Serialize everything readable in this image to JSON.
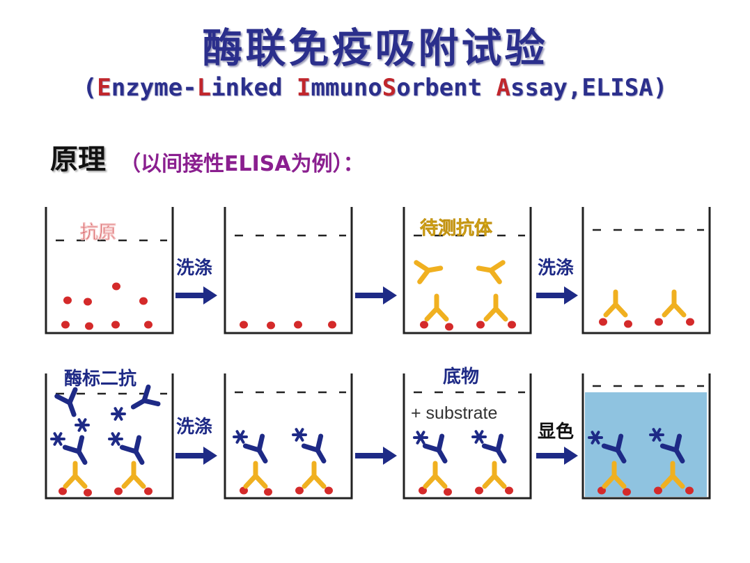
{
  "title": "酶联免疫吸附试验",
  "subtitle": {
    "open": "(",
    "e": "E",
    "nzyme": "nzyme-",
    "l": "L",
    "inked": "inked ",
    "i": "I",
    "mmuno": "mmuno",
    "s": "S",
    "orbent": "orbent ",
    "a": "A",
    "ssay": "ssay,ELISA)"
  },
  "principle": {
    "label": "原理",
    "note": "（以间接性ELISA为例）："
  },
  "labels": {
    "antigen": "抗原",
    "antibody": "待测抗体",
    "enzyme_secondary": "酶标二抗",
    "substrate": "底物",
    "substrate_text": "+ substrate",
    "wash": "洗涤",
    "color": "显色"
  },
  "colors": {
    "title": "#2b2f8c",
    "highlight": "#c0262c",
    "antigen": "#d42a2a",
    "antibody": "#f0b020",
    "secondary": "#1e2a86",
    "arrow": "#1e2a86",
    "liquid": "#8fc3e0",
    "note": "#8a1f8f"
  }
}
